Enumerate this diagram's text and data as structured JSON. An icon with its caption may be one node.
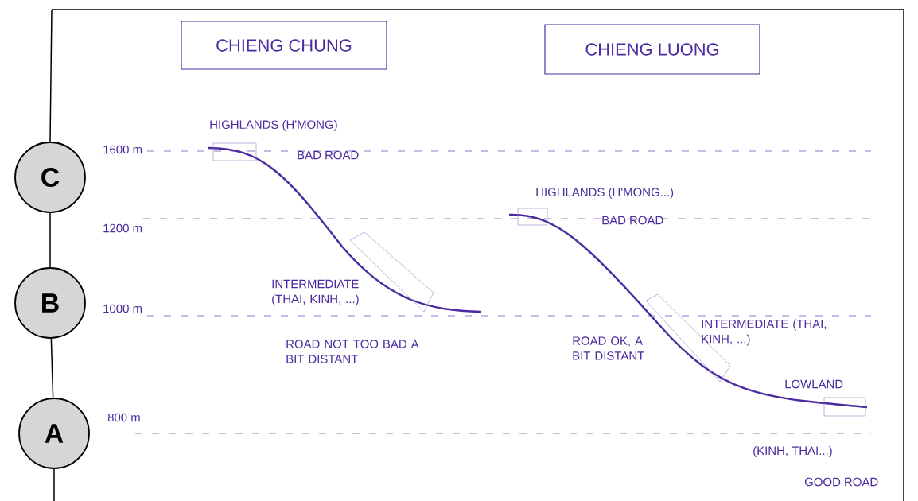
{
  "diagram": {
    "nodes": [
      {
        "text": [
          "CHIENG CHUNG"
        ]
      },
      {
        "text": [
          "CHIENG LUONG"
        ]
      },
      {
        "text": [
          "C"
        ]
      },
      {
        "text": [
          "B"
        ]
      },
      {
        "text": [
          "A"
        ]
      }
    ],
    "edges": [
      {
        "from": 2,
        "to": 3,
        "arrow": "none"
      },
      {
        "from": 3,
        "to": 4,
        "arrow": "none"
      }
    ],
    "labels": [
      "HIGHLANDS (H'MONG)",
      "1600 m",
      "BAD ROAD",
      "HIGHLANDS (H'MONG...)",
      "1200 m",
      "BAD ROAD",
      "INTERMEDIATE (THAI, KINH, ...)",
      "1000 m",
      "ROAD NOT TOO BAD A BIT DISTANT",
      "INTERMEDIATE (THAI, KINH, ...)",
      "ROAD OK, A BIT DISTANT",
      "LOWLAND",
      "800 m",
      "(KINH, THAI...)",
      "GOOD ROAD"
    ]
  }
}
